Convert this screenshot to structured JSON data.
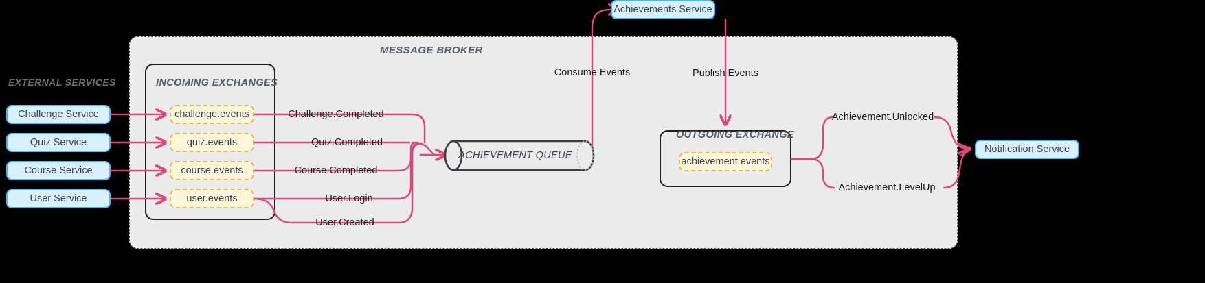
{
  "diagram": {
    "title_external": "EXTERNAL SERVICES",
    "broker_title": "MESSAGE BROKER",
    "incoming_title": "INCOMING EXCHANGES",
    "outgoing_title": "OUTGOING EXCHANGE",
    "queue_label": "ACHIEVEMENT QUEUE",
    "achievements_service": "Achievements Service",
    "notification_service": "Notification Service"
  },
  "external_services": [
    {
      "label": "Challenge Service"
    },
    {
      "label": "Quiz Service"
    },
    {
      "label": "Course Service"
    },
    {
      "label": "User Service"
    }
  ],
  "incoming_exchanges": [
    {
      "label": "challenge.events"
    },
    {
      "label": "quiz.events"
    },
    {
      "label": "course.events"
    },
    {
      "label": "user.events"
    }
  ],
  "outgoing_exchanges": [
    {
      "label": "achievement.events"
    }
  ],
  "routing_keys": [
    {
      "label": "Challenge.Completed"
    },
    {
      "label": "Quiz.Completed"
    },
    {
      "label": "Course.Completed"
    },
    {
      "label": "User.Login"
    },
    {
      "label": "User.Created"
    }
  ],
  "flow_labels": [
    {
      "label": "Consume Events"
    },
    {
      "label": "Publish Events"
    }
  ],
  "outbound_events": [
    {
      "label": "Achievement.Unlocked"
    },
    {
      "label": "Achievement.LevelUp"
    }
  ],
  "colors": {
    "arrow": "#e0457b",
    "broker_bg": "#ebebeb",
    "service_fill": "#d9f0ff",
    "service_stroke": "#45b6fe",
    "chip_fill": "#fdf6d8",
    "chip_stroke": "#e8b84b",
    "outline": "#1f1f1f",
    "text": "#3b4252",
    "muted": "#6f6f6f",
    "page_bg": "#000000"
  }
}
